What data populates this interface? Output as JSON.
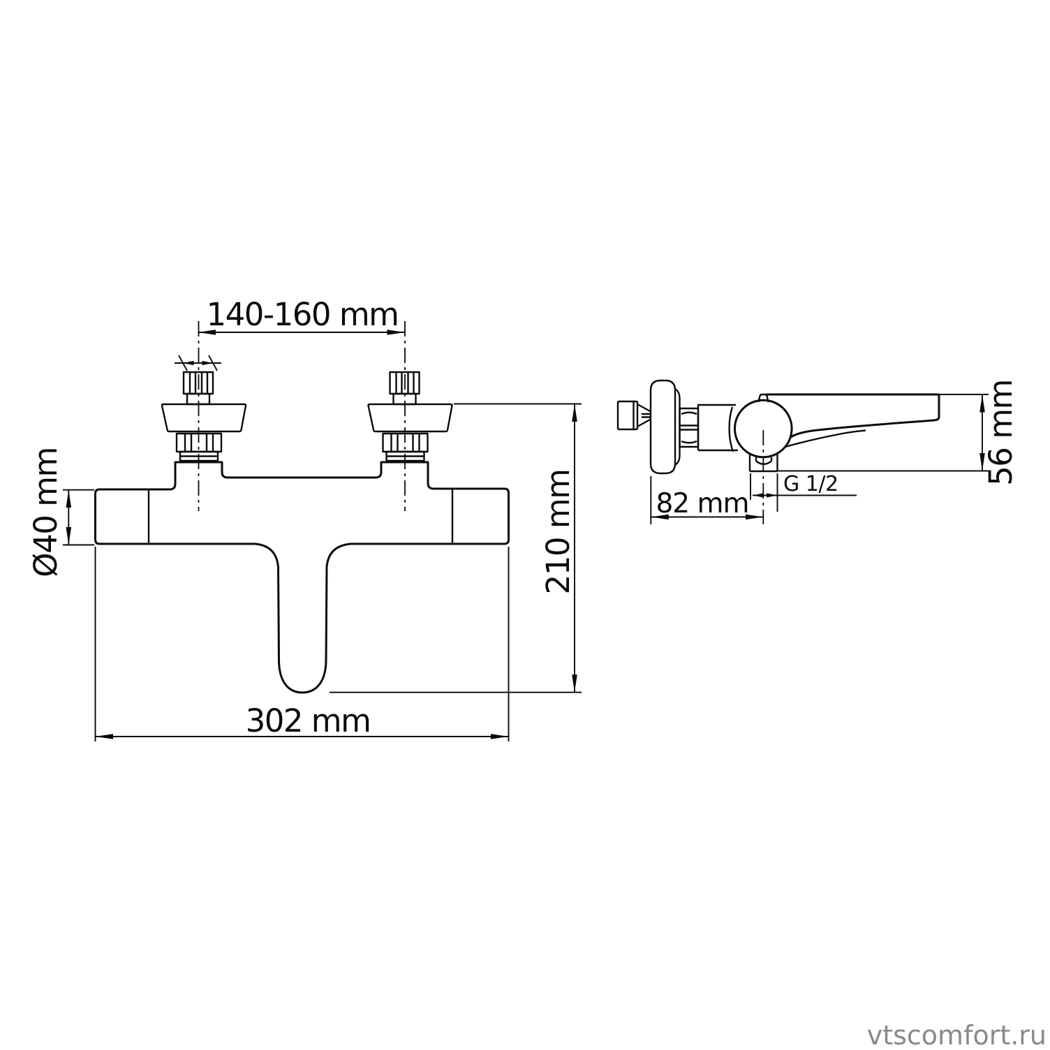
{
  "page": {
    "background_color": "#ffffff",
    "line_color": "#0b0b0b",
    "watermark_color": "#8a8a8a"
  },
  "drawing": {
    "type": "technical-dimension-drawing",
    "subject": "wall-mounted bath mixer faucet, front view and side view",
    "dimensions": {
      "mounting_span": "140-160 mm",
      "body_diameter": "Ø40 mm",
      "overall_width": "302 mm",
      "overall_height": "210 mm",
      "wall_depth": "82 mm",
      "outlet_thread": "G 1/2",
      "spout_height": "56 mm"
    }
  },
  "watermark": {
    "text": "vtscomfort.ru"
  }
}
